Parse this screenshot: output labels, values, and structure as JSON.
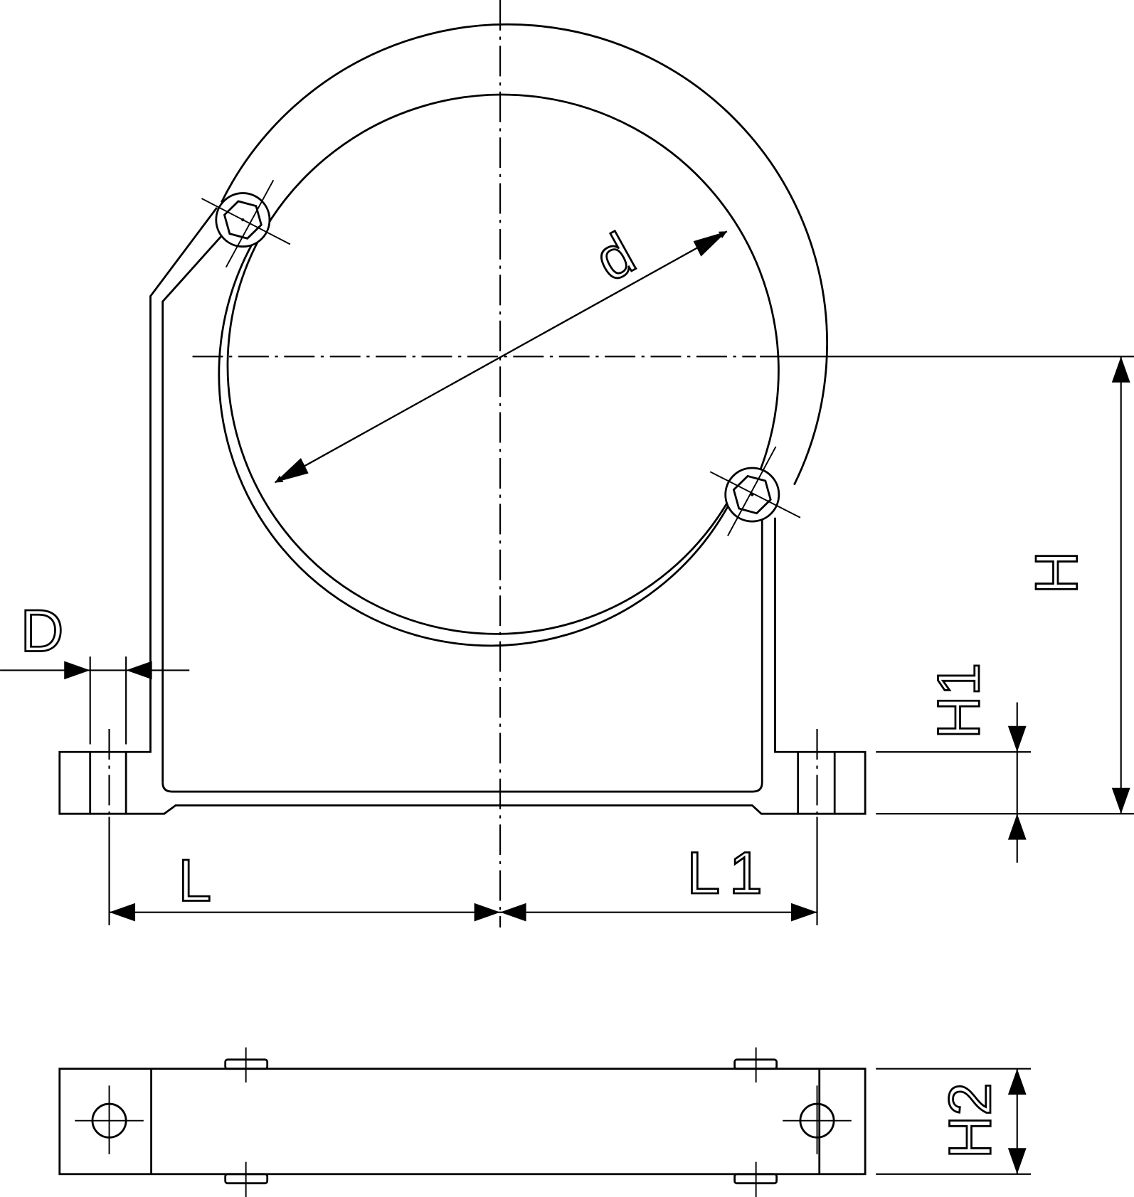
{
  "labels": {
    "d": "d",
    "H": "H",
    "H1": "H1",
    "H2": "H2",
    "D": "D",
    "L": "L",
    "L1": "L1"
  },
  "colors": {
    "line": "#000000",
    "background": "#ffffff"
  }
}
